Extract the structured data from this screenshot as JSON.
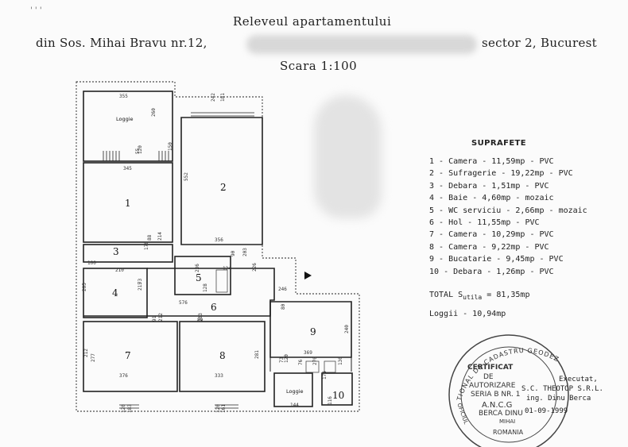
{
  "header": {
    "title": "Releveul apartamentului",
    "address_left": "din Sos. Mihai Bravu nr.12,",
    "address_right": "sector 2, Bucurest",
    "scale": "Scara 1:100",
    "corner_mark": "' ' '"
  },
  "plan": {
    "rooms": [
      {
        "number": "1"
      },
      {
        "number": "2"
      },
      {
        "number": "3"
      },
      {
        "number": "4"
      },
      {
        "number": "5"
      },
      {
        "number": "6"
      },
      {
        "number": "7"
      },
      {
        "number": "8"
      },
      {
        "number": "9"
      },
      {
        "number": "10"
      }
    ],
    "loggia_label": "Loggie",
    "dimensions": [
      "355",
      "260",
      "242",
      "181",
      "345",
      "552",
      "356",
      "214",
      "88",
      "178",
      "55",
      "120",
      "150",
      "100",
      "210",
      "236",
      "226",
      "90",
      "203",
      "128",
      "246",
      "73",
      "215",
      "576",
      "124",
      "80",
      "240",
      "91",
      "212",
      "212",
      "89",
      "203",
      "369",
      "277",
      "376",
      "333",
      "281",
      "73",
      "120",
      "76",
      "270",
      "144",
      "174",
      "116",
      "120",
      "183",
      "120",
      "161",
      "130",
      "205"
    ]
  },
  "surfaces": {
    "title": "SUPRAFETE",
    "items": [
      {
        "n": "1",
        "name": "Camera",
        "area": "11,59mp",
        "finish": "PVC"
      },
      {
        "n": "2",
        "name": "Sufragerie",
        "area": "19,22mp",
        "finish": "PVC"
      },
      {
        "n": "3",
        "name": "Debara",
        "area": "1,51mp",
        "finish": "PVC"
      },
      {
        "n": "4",
        "name": "Baie",
        "area": "4,60mp",
        "finish": "mozaic"
      },
      {
        "n": "5",
        "name": "WC serviciu",
        "area": "2,66mp",
        "finish": "mozaic"
      },
      {
        "n": "6",
        "name": "Hol",
        "area": "11,55mp",
        "finish": "PVC"
      },
      {
        "n": "7",
        "name": "Camera",
        "area": "10,29mp",
        "finish": "PVC"
      },
      {
        "n": "8",
        "name": "Camera",
        "area": "9,22mp",
        "finish": "PVC"
      },
      {
        "n": "9",
        "name": "Bucatarie",
        "area": "9,45mp",
        "finish": "PVC"
      },
      {
        "n": "10",
        "name": "Debara",
        "area": "1,26mp",
        "finish": "PVC"
      }
    ],
    "total_label": "TOTAL S",
    "total_sub": "utila",
    "total_value": "= 81,35mp",
    "loggii": "Loggii - 10,94mp"
  },
  "stamp": {
    "ring_text": "TIONAL DE CADASTRU GEODEZIE SI C",
    "left_ring": "OFICIUL",
    "line1": "CERTIFICAT",
    "line2": "DE",
    "line3": "AUTORIZARE",
    "line4": "SERIA B  NR. 1",
    "line5": "A.N.C.G",
    "line6": "BERCA DINU",
    "bottom": "ROMANIA",
    "mihai": "MIHAI"
  },
  "executor": {
    "l1": "Executat,",
    "l2": "S.C. THEOTOP S.R.L.",
    "l3": "ing. Dinu Berca",
    "l4": "01-09-1999"
  }
}
